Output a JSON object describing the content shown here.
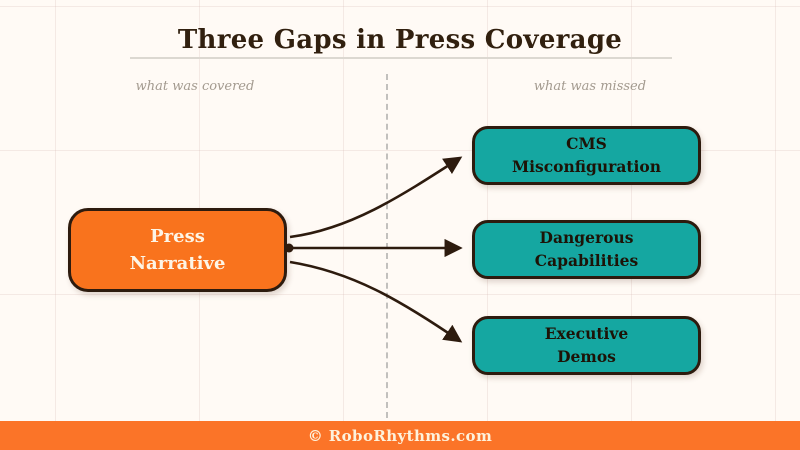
{
  "header": {
    "title": "Three Gaps in Press Coverage"
  },
  "columns": {
    "left_label": "what was covered",
    "right_label": "what was missed"
  },
  "diagram": {
    "source": {
      "lines": [
        "Press",
        "Narrative"
      ]
    },
    "gaps": [
      {
        "lines": [
          "CMS",
          "Misconfiguration"
        ]
      },
      {
        "lines": [
          "Dangerous",
          "Capabilities"
        ]
      },
      {
        "lines": [
          "Executive",
          "Demos"
        ]
      }
    ],
    "arrows": [
      {
        "from": "Press Narrative",
        "to": "CMS Misconfiguration"
      },
      {
        "from": "Press Narrative",
        "to": "Dangerous Capabilities"
      },
      {
        "from": "Press Narrative",
        "to": "Executive Demos"
      }
    ]
  },
  "footer": {
    "credit": "© RoboRhythms.com"
  },
  "colors": {
    "background": "#fffaf5",
    "accent_orange": "#f9731d",
    "accent_teal": "#15a7a1",
    "ink": "#2d1b0e",
    "muted_label": "#a39a8f",
    "divider": "#c2c0bd",
    "footer_background": "#fb7428",
    "footer_text": "#fdf2dc"
  }
}
